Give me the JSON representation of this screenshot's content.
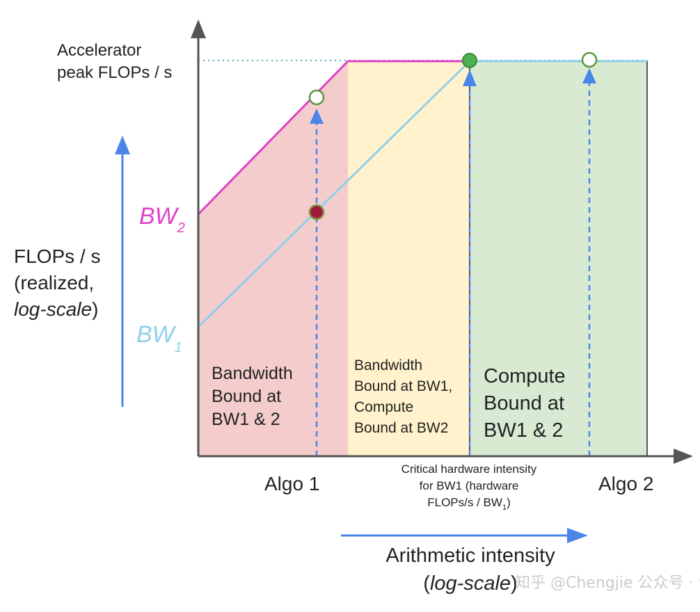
{
  "y_axis": {
    "peak_label_line1": "Accelerator",
    "peak_label_line2": "peak FLOPs / s",
    "label_line1": "FLOPs / s",
    "label_line2": "(realized,",
    "label_line3_italic": "log-scale",
    "label_line3_end": ")"
  },
  "lines": {
    "bw2_main": "BW",
    "bw2_sub": "2",
    "bw1_main": "BW",
    "bw1_sub": "1"
  },
  "regions": {
    "red": [
      "Bandwidth",
      "Bound at",
      "BW1 & 2"
    ],
    "yellow": [
      "Bandwidth",
      "Bound at BW1,",
      "Compute",
      "Bound at BW2"
    ],
    "green": [
      "Compute",
      "Bound at",
      "BW1 & 2"
    ]
  },
  "x_axis": {
    "algo1": "Algo 1",
    "algo2": "Algo 2",
    "critical_line1": "Critical hardware intensity",
    "critical_line2": "for BW1 (hardware",
    "critical_line3": "FLOPs/s / BW",
    "critical_line3_sub": "1",
    "critical_line3_end": ")",
    "label_line1": "Arithmetic intensity",
    "label_line2_italic": "log-scale",
    "label_line2_start": "(",
    "label_line2_end": ")"
  },
  "watermark": "知乎 @Chengjie  公众号 · 青稞AI",
  "colors": {
    "red_region": "#f4cccc",
    "yellow_region": "#fff2cc",
    "green_region": "#d9ead3",
    "bw2_line": "#e040c8",
    "bw1_line": "#8fd0ea",
    "arrow_blue": "#4a86e8",
    "dot_dark_red": "#a0183c",
    "dot_green": "#4caf50"
  }
}
